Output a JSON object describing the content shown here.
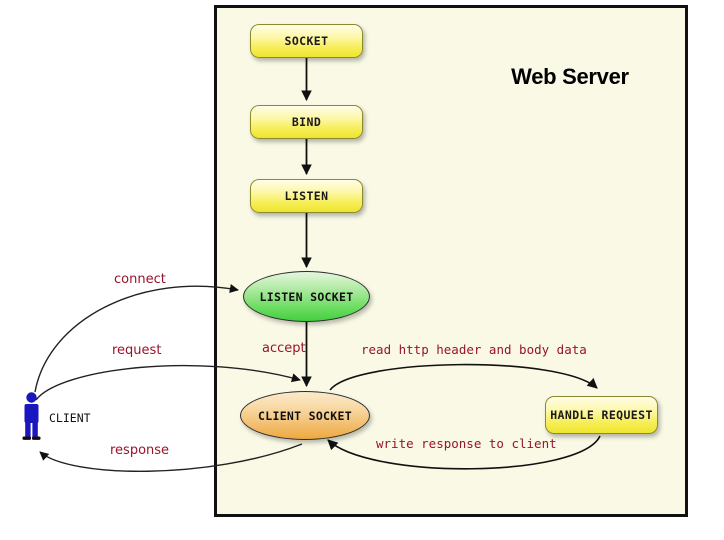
{
  "diagram": {
    "title": "Web Server",
    "frame_background": "#f9f9e6",
    "frame_border_color": "#111111",
    "label_color": "#99142b",
    "process_boxes": [
      {
        "id": "socket",
        "label": "SOCKET"
      },
      {
        "id": "bind",
        "label": "BIND"
      },
      {
        "id": "listen",
        "label": "LISTEN"
      },
      {
        "id": "handle_request",
        "label": "HANDLE REQUEST"
      }
    ],
    "socket_nodes": [
      {
        "id": "listen_socket",
        "label": "LISTEN SOCKET",
        "color": "#44cf40"
      },
      {
        "id": "client_socket",
        "label": "CLIENT SOCKET",
        "color": "#eda93f"
      }
    ],
    "actor": {
      "label": "CLIENT",
      "color": "#1a17bf"
    },
    "edge_labels": {
      "connect": "connect",
      "request": "request",
      "response": "response",
      "accept": "accept",
      "read": "read http header and body data",
      "write": "write response to client"
    }
  }
}
